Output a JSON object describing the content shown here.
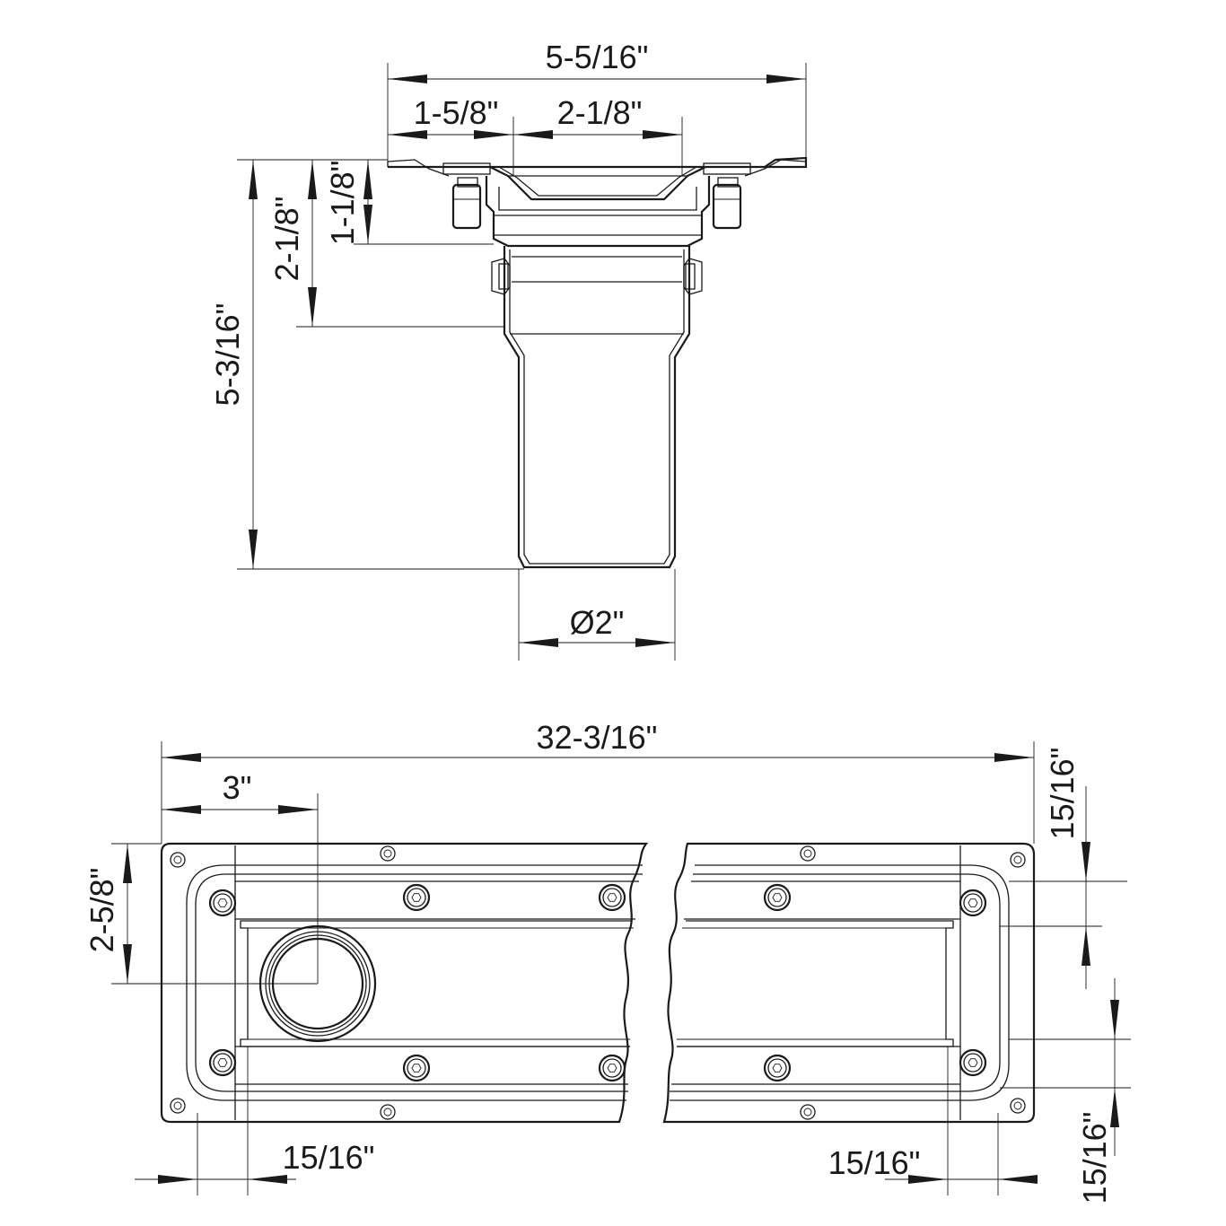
{
  "side_view": {
    "overall_width": "5-5/16\"",
    "left_flange": "1-5/8\"",
    "inner_opening": "2-1/8\"",
    "collar_height": "1-1/8\"",
    "body_height": "2-1/8\"",
    "total_height": "5-3/16\"",
    "outlet_diameter": "Ø2\""
  },
  "top_view": {
    "overall_length": "32-3/16\"",
    "outlet_offset": "3\"",
    "outlet_center_depth": "2-5/8\"",
    "right_rail_offset_top": "15/16\"",
    "right_rail_offset_bottom": "15/16\"",
    "left_inset": "15/16\"",
    "right_inset": "15/16\""
  }
}
